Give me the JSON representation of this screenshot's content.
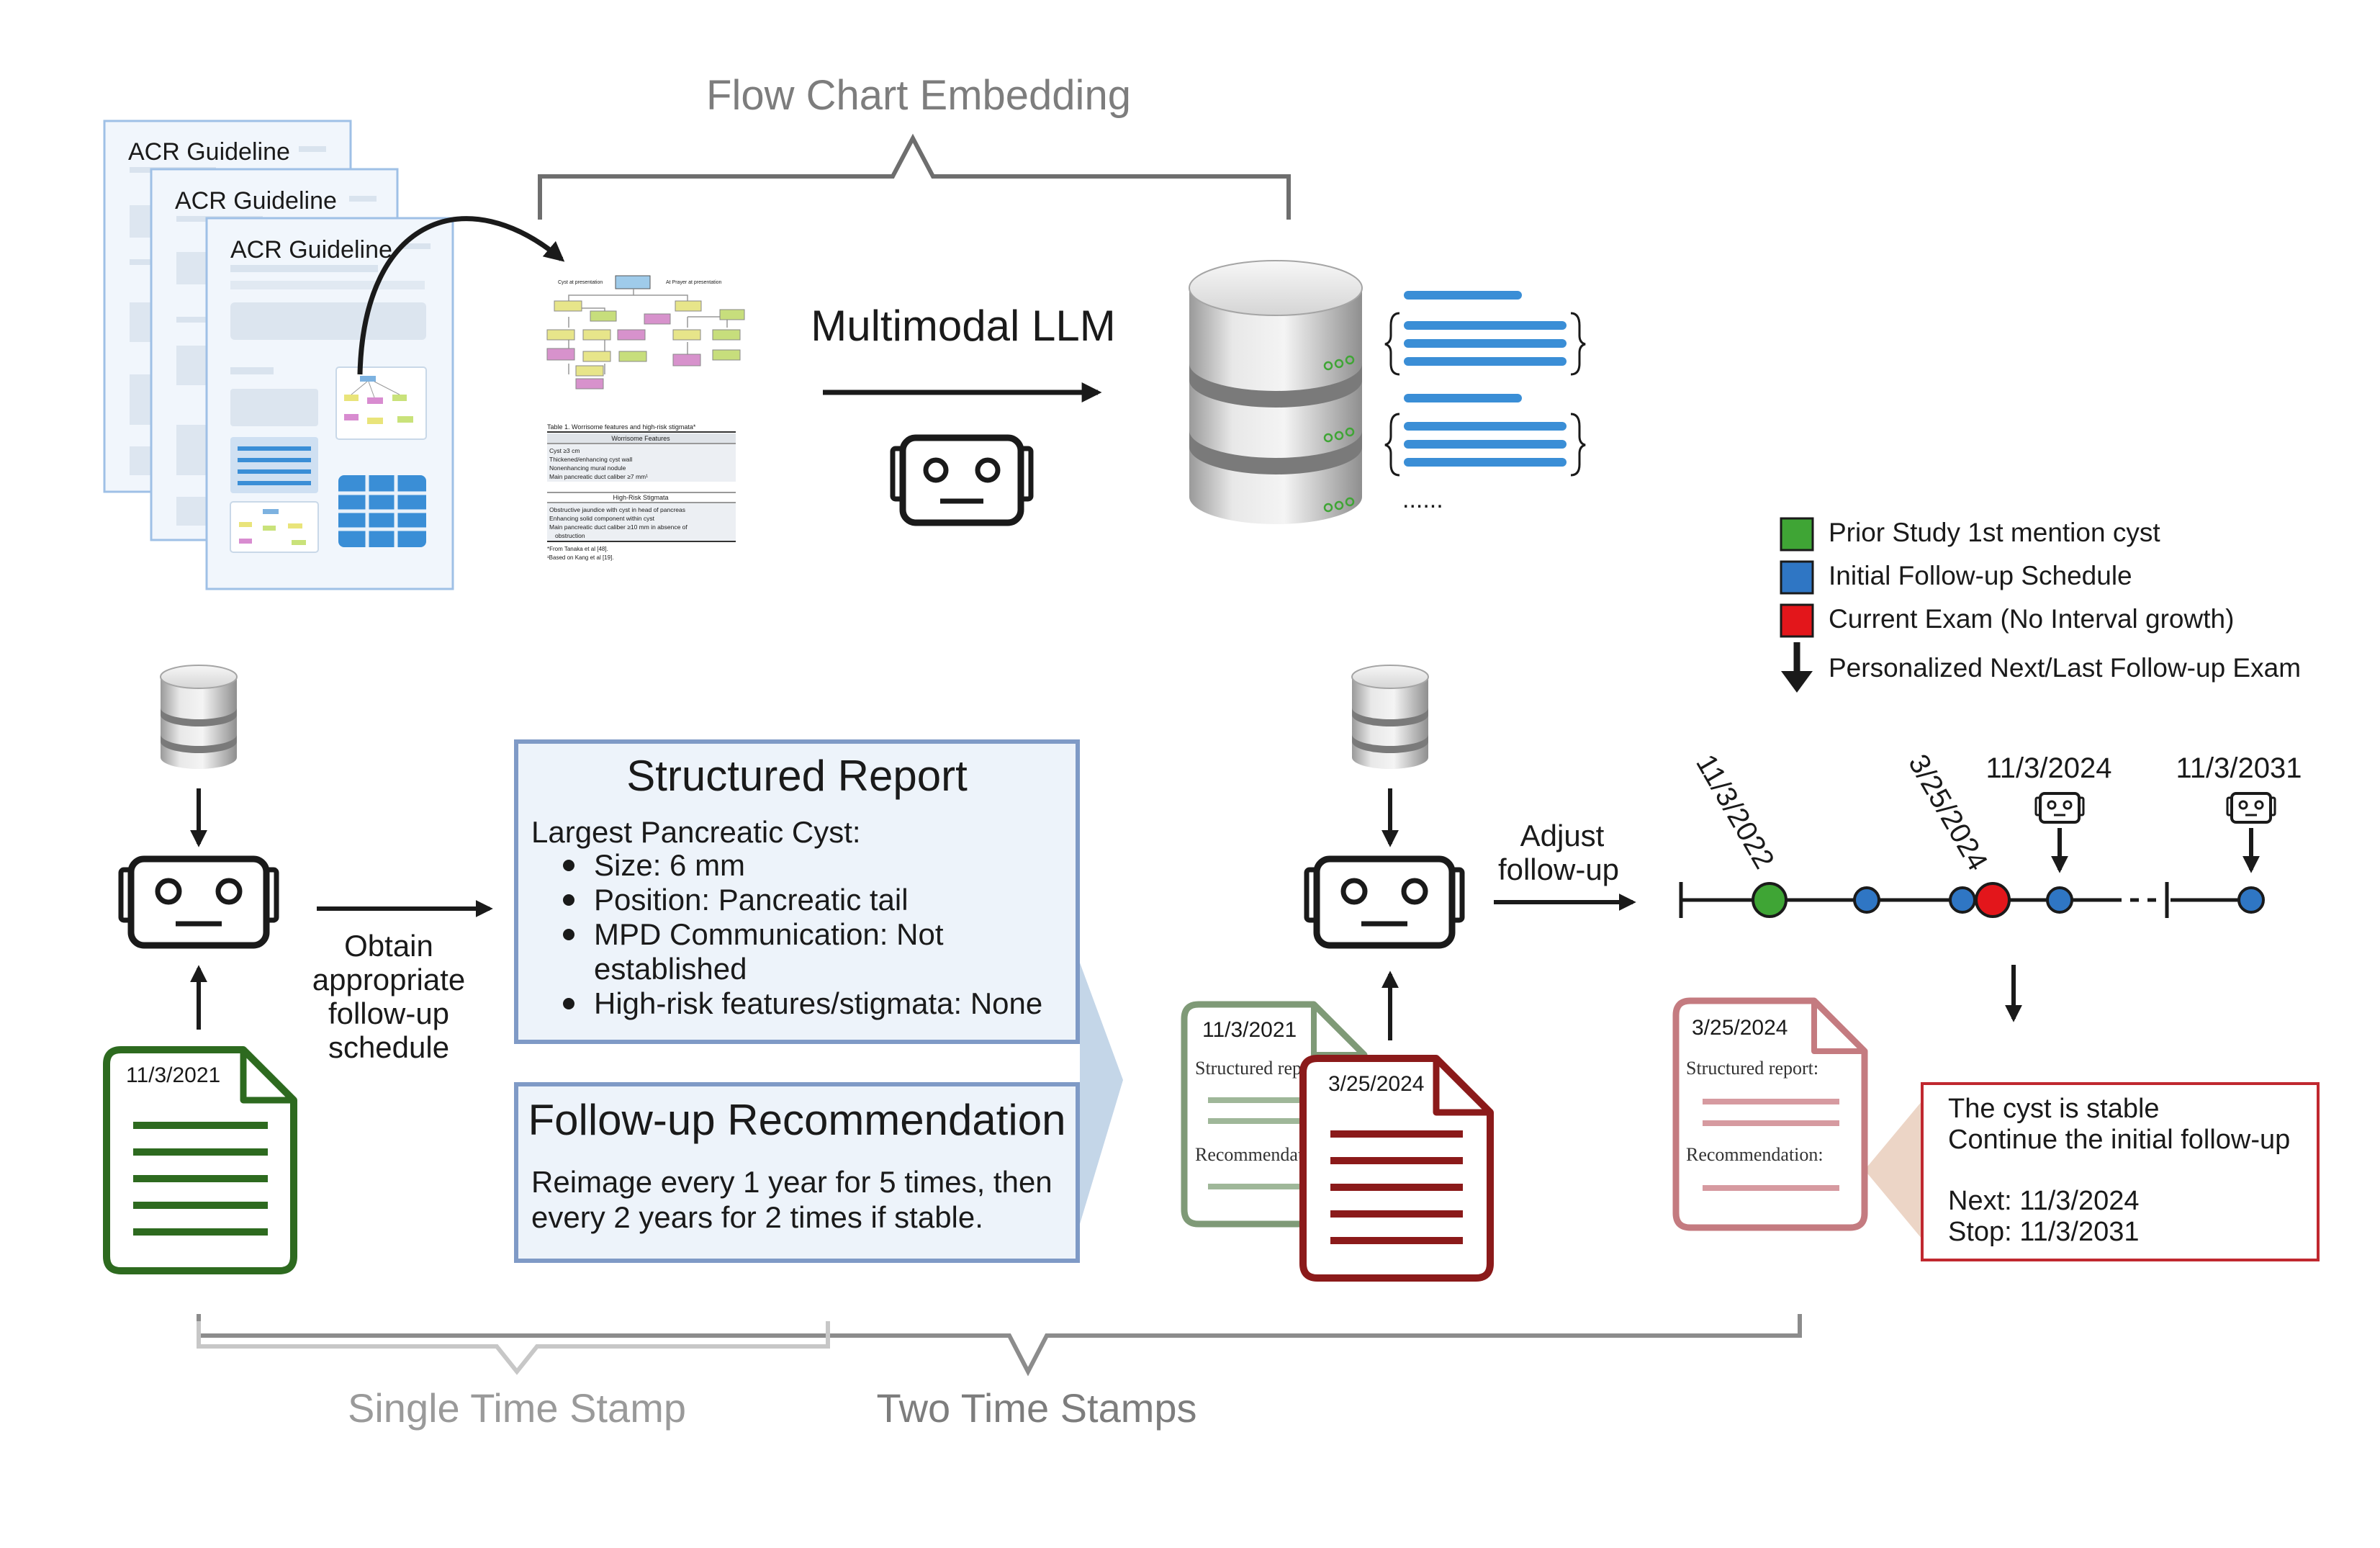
{
  "header": {
    "flowchart_label": "Flow Chart Embedding",
    "llm_label": "Multimodal LLM"
  },
  "guidelines": {
    "titles": [
      "ACR Guideline",
      "ACR Guideline",
      "ACR Guideline"
    ]
  },
  "embedding": {
    "ellipsis": "......"
  },
  "flowchart_thumb": {
    "table_caption": "Table 1. Worrisome features and high-risk stigmata*",
    "worrisome_header": "Worrisome Features",
    "worrisome_items": [
      "Cyst ≥3 cm",
      "Thickened/enhancing cyst wall",
      "Nonenhancing mural nodule",
      "Main pancreatic duct caliber ≥7 mm¹"
    ],
    "highrisk_header": "High-Risk Stigmata",
    "highrisk_items": [
      "Obstructive jaundice with cyst in head of pancreas",
      "Enhancing solid component within cyst",
      "Main pancreatic duct caliber ≥10 mm in absence of",
      "obstruction"
    ],
    "footnotes": [
      "*From Tanaka et al [48].",
      "¹Based on Kang et al [19]."
    ]
  },
  "legend": {
    "items": [
      {
        "label": "Prior Study 1st mention cyst",
        "color": "#3fa535",
        "kind": "square"
      },
      {
        "label": "Initial Follow-up Schedule",
        "color": "#2f76c4",
        "kind": "square"
      },
      {
        "label": "Current Exam (No Interval growth)",
        "color": "#e3161b",
        "kind": "square"
      },
      {
        "label": "Personalized Next/Last Follow-up Exam",
        "color": "#1a1a1a",
        "kind": "arrow"
      }
    ]
  },
  "left_flow": {
    "doc_date": "11/3/2021",
    "obtain_text": [
      "Obtain",
      "appropriate",
      "follow-up",
      "schedule"
    ]
  },
  "structured_report": {
    "title": "Structured Report",
    "subtitle": "Largest Pancreatic Cyst:",
    "bullets": [
      [
        "Size: 6 mm"
      ],
      [
        "Position: Pancreatic tail"
      ],
      [
        "MPD Communication: Not",
        "established"
      ],
      [
        "High-risk features/stigmata: None"
      ]
    ]
  },
  "followup_recommendation": {
    "title": "Follow-up Recommendation",
    "lines": [
      "Reimage every 1 year for 5 times, then",
      "every 2 years for 2 times if stable."
    ]
  },
  "middle_flow": {
    "adjust_text": [
      "Adjust",
      "follow-up"
    ],
    "doc_old_date": "11/3/2021",
    "doc_old_text1": "Structured repo",
    "doc_old_text2": "Recommendati",
    "doc_new_date": "3/25/2024"
  },
  "timeline": {
    "date_2022": "11/3/2022",
    "date_2024_current": "3/25/2024",
    "date_2024_next": "11/3/2024",
    "date_2031": "11/3/2031"
  },
  "result_doc": {
    "date": "3/25/2024",
    "structured_label": "Structured report:",
    "recommendation_label": "Recommendation:"
  },
  "result_box": {
    "lines": [
      "The cyst is stable",
      "Continue the initial follow-up",
      "",
      "Next: 11/3/2024",
      "Stop: 11/3/2031"
    ]
  },
  "brackets": {
    "single_label": "Single Time Stamp",
    "two_label": "Two Time Stamps"
  }
}
